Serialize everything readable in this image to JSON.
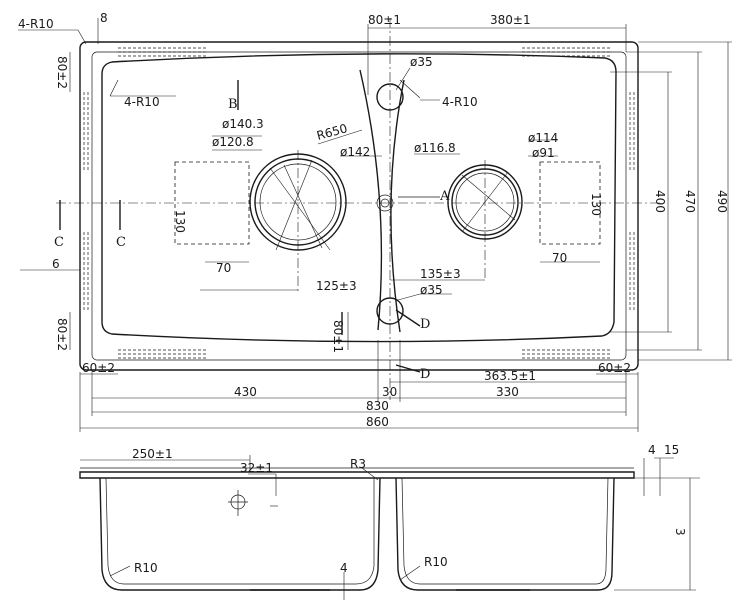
{
  "plan": {
    "corner_radius_outer": "4-R10",
    "corner_inset": "8",
    "top_offset": "80±1",
    "right_width": "380±1",
    "hole_top": "ø35",
    "bowl_radius_left": "4-R10",
    "bowl_radius_right": "4-R10",
    "section_b": "B",
    "left_outer_dia": "ø140.3",
    "left_inner_dia": "ø120.8",
    "left_rim_dia": "ø142",
    "divider_radius": "R650",
    "right_outer_dia": "ø116.8",
    "right_rim_dia": "ø114",
    "right_inner_dia": "ø91",
    "marker_a": "A",
    "left_clip_height": "130",
    "right_clip_height": "130",
    "left_clip_width": "70",
    "right_clip_width": "70",
    "left_drain_offset": "125±3",
    "right_drain_offset": "135±3",
    "hole_bottom": "ø35",
    "bowl_depth_dim": "400",
    "inner_height": "470",
    "overall_height": "490",
    "top_margin": "80±2",
    "bottom_margin": "80±2",
    "section_c_left": "C",
    "section_c_right": "C",
    "edge_six": "6",
    "hole_offset_bottom": "80±1",
    "section_d_top": "D",
    "section_d_bottom": "D",
    "left_corner": "60±2",
    "right_corner": "60±2",
    "right_bowl_width": "363.5±1",
    "left_bowl": "430",
    "divider": "30",
    "right_bowl": "330",
    "inner_width": "830",
    "overall_width": "860"
  },
  "section": {
    "left_width": "250±1",
    "step_width": "32±1",
    "top_radius": "R3",
    "flange_thickness": "4",
    "flange_height": "15",
    "depth_label": "3",
    "left_bottom_radius": "R10",
    "right_bottom_radius": "R10",
    "bottom_thickness": "4"
  }
}
